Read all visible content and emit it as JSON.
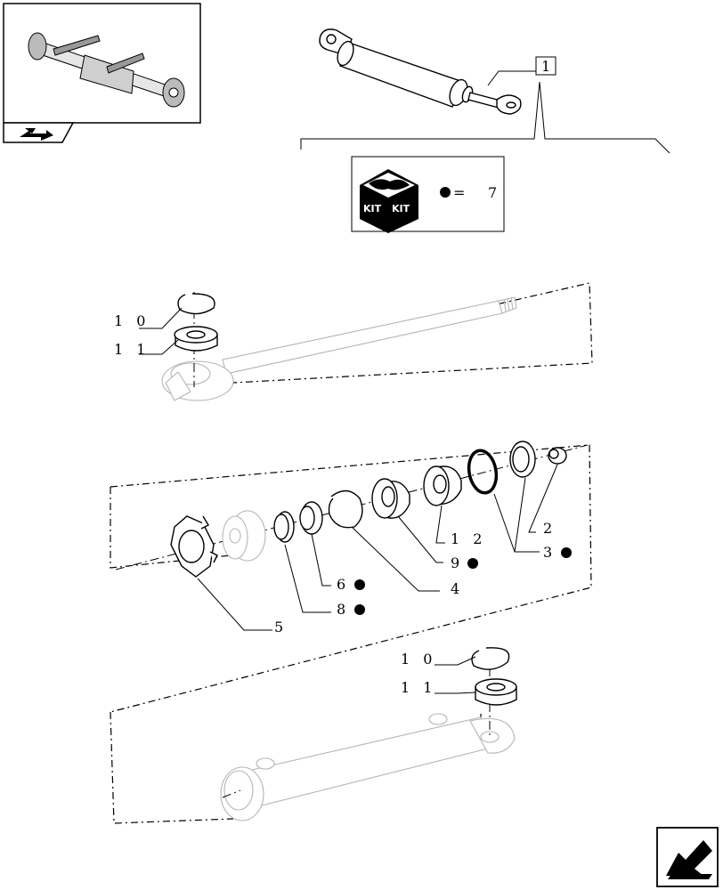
{
  "kit_box": {
    "kit_text_left": "KIT",
    "kit_text_right": "KIT",
    "legend_equals": "=",
    "legend_value": "7"
  },
  "callout_main": "1",
  "labels": {
    "top_10": "1 0",
    "top_11": "1 1",
    "l12": "1 2",
    "l2": "2",
    "l3": "3",
    "l9": "9",
    "l6": "6",
    "l4": "4",
    "l8": "8",
    "l5": "5",
    "bot_10": "1 0",
    "bot_11": "1 1"
  },
  "kit_marked_parts": [
    "3",
    "9",
    "6",
    "8"
  ],
  "icons": [
    "axle-thumbnail",
    "nav-back-arrow-icon",
    "kit-cube-icon",
    "nav-next-arrow-icon"
  ]
}
